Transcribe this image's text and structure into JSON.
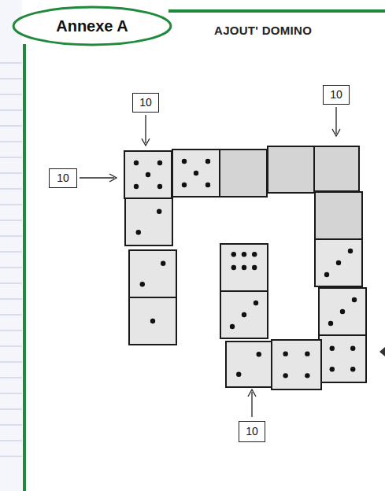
{
  "diagram": {
    "title": "AJOUT' DOMINO",
    "nodes": [
      {
        "text": [
          "Annexe A"
        ]
      },
      {
        "text": [
          "10"
        ]
      },
      {
        "text": [
          "10"
        ]
      },
      {
        "text": [
          "10"
        ]
      },
      {
        "text": [
          "10"
        ]
      }
    ]
  }
}
